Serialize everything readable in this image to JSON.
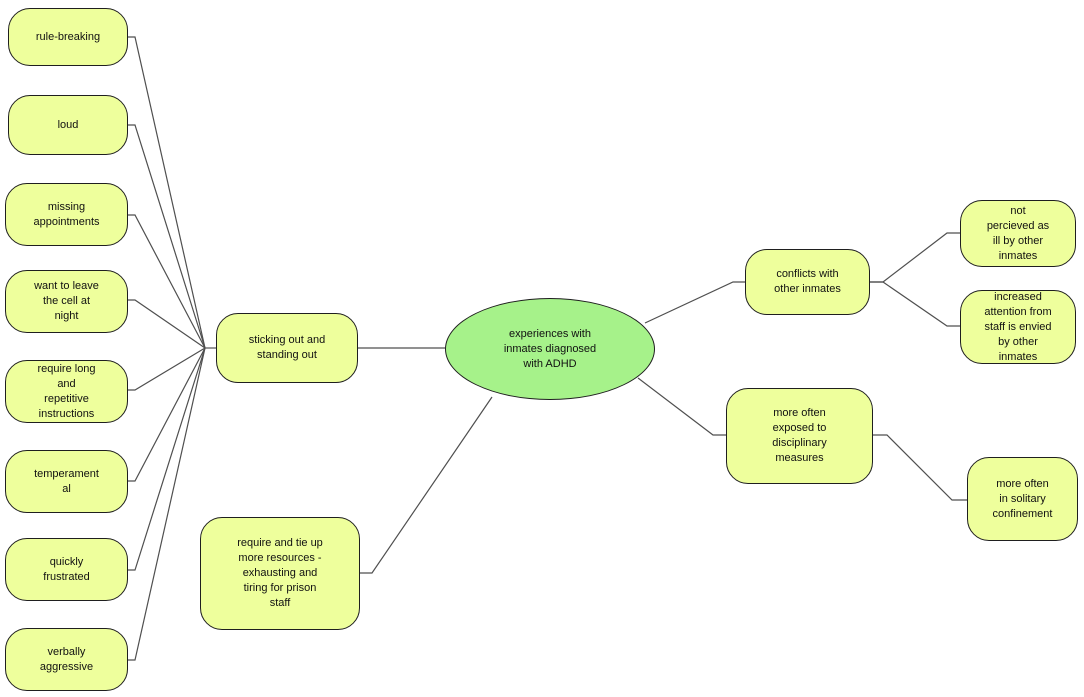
{
  "colors": {
    "node_fill": "#eeff9c",
    "center_fill": "#a6f28a",
    "stroke": "#1f1f1f",
    "edge": "#4f4f4f"
  },
  "center": {
    "label": "experiences with\ninmates diagnosed\nwith ADHD"
  },
  "branches": {
    "sticking_out": {
      "label": "sticking out and\nstanding out"
    },
    "resources": {
      "label": "require and tie up\nmore resources -\nexhausting and\ntiring for prison\nstaff"
    },
    "conflicts": {
      "label": "conflicts with\nother inmates"
    },
    "disciplinary": {
      "label": "more often\nexposed to\ndisciplinary\nmeasures"
    }
  },
  "behaviours": [
    {
      "label": "rule-breaking"
    },
    {
      "label": "loud"
    },
    {
      "label": "missing\nappointments"
    },
    {
      "label": "want to leave\nthe cell at\nnight"
    },
    {
      "label": "require long\nand\nrepetitive\ninstructions"
    },
    {
      "label": "temperament\nal"
    },
    {
      "label": "quickly\nfrustrated"
    },
    {
      "label": "verbally\naggressive"
    }
  ],
  "conflict_details": [
    {
      "label": "not\npercieved as\nill by other\ninmates"
    },
    {
      "label": "increased\nattention from\nstaff is envied\nby other\ninmates"
    }
  ],
  "disciplinary_detail": {
    "label": "more often\nin solitary\nconfinement"
  }
}
